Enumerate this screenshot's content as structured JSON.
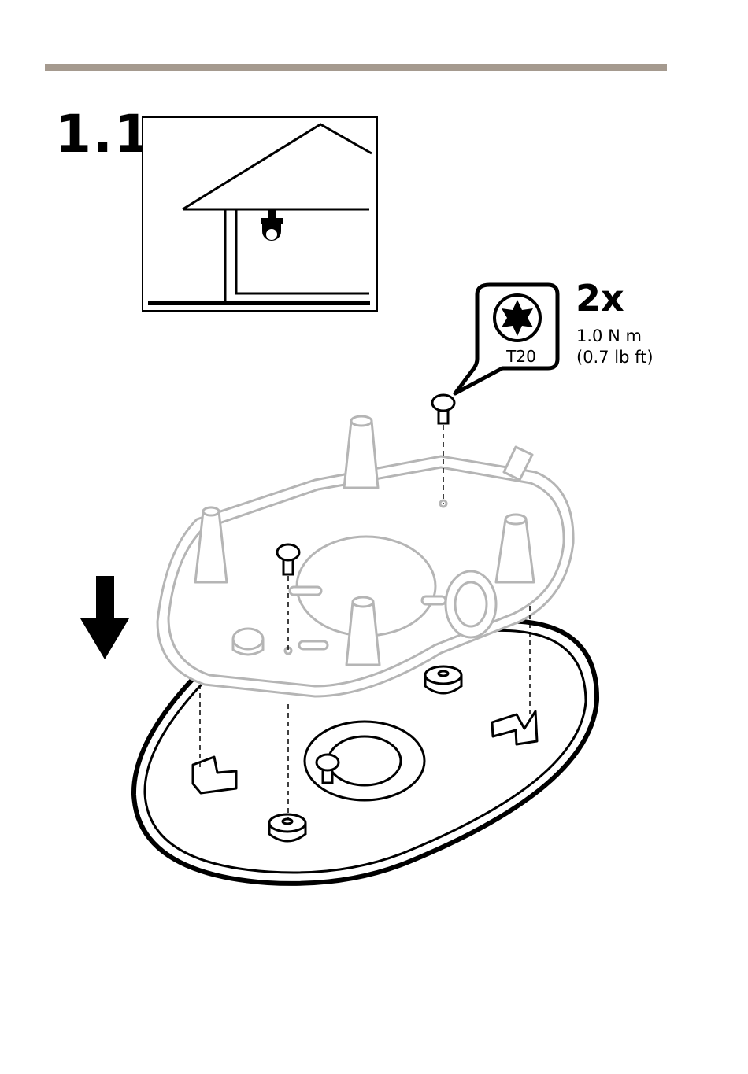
{
  "step": {
    "number": "1.1"
  },
  "tool": {
    "bit_label": "T20",
    "quantity": "2x",
    "torque_metric": "1.0 N m",
    "torque_imperial": "(0.7 lb ft)",
    "icon": "torx-bit-icon"
  },
  "icons": {
    "location": "indoor-ceiling-mount-icon",
    "direction": "arrow-down-icon",
    "part": "mounting-bracket-assembly-icon"
  },
  "colors": {
    "rule": "#a59a8f",
    "line": "#000000",
    "part_gray": "#b5b5b5"
  }
}
